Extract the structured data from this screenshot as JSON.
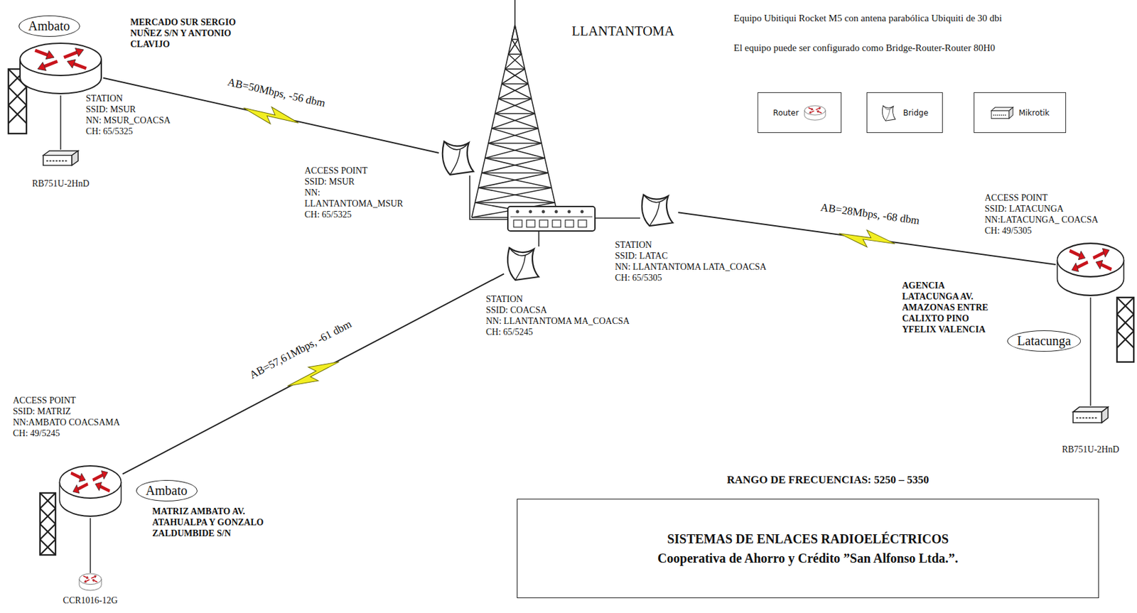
{
  "diagram": {
    "nodes": [
      {
        "text": [
          "Ambato"
        ]
      },
      {
        "text": [
          "STATION",
          "SSID: MSUR",
          "NN: MSUR_COACSA",
          "CH: 65/5325"
        ]
      },
      {
        "text": [
          "RB751U-2HnD"
        ]
      },
      {
        "text": [
          "ACCESS POINT",
          "SSID: MSUR",
          "NN: LLANTANTOMA_MSUR",
          "CH: 65/5325"
        ]
      },
      {
        "text": [
          "STATION",
          "SSID: LATAC",
          "NN: LLANTANTOMA LATA_COACSA",
          "CH: 65/5305"
        ]
      },
      {
        "text": [
          "STATION",
          "SSID: COACSA",
          "NN: LLANTANTOMA MA_COACSA",
          "CH: 65/5245"
        ]
      },
      {
        "text": [
          "ACCESS POINT",
          "SSID: LATACUNGA",
          "NN:LATACUNGA_ COACSA",
          "CH: 49/5305"
        ]
      },
      {
        "text": [
          "Latacunga"
        ]
      },
      {
        "text": [
          "RB751U-2HnD"
        ]
      },
      {
        "text": [
          "ACCESS POINT",
          "SSID: MATRIZ",
          "NN:AMBATO COACSAMA",
          "CH: 49/5245"
        ]
      },
      {
        "text": [
          "Ambato"
        ]
      },
      {
        "text": [
          "CCR1016-12G"
        ]
      },
      {
        "text": [
          "SISTEMAS DE ENLACES RADIOELÉCTRICOS",
          "Cooperativa de Ahorro y Crédito ”San Alfonso Ltda.”."
        ]
      }
    ],
    "edges": [
      {
        "from": 1,
        "to": 3,
        "label": "AB=50Mbps, -56 dbm",
        "arrow": "none"
      },
      {
        "from": 4,
        "to": 6,
        "label": "AB=28Mbps, -68 dbm",
        "arrow": "none"
      },
      {
        "from": 5,
        "to": 9,
        "label": "AB=57,61Mbps, -61 dbm",
        "arrow": "none"
      },
      {
        "from": 1,
        "to": 2,
        "arrow": "none"
      },
      {
        "from": 6,
        "to": 8,
        "arrow": "none"
      },
      {
        "from": 9,
        "to": 11,
        "arrow": "none"
      }
    ],
    "labels": [
      "MERCADO SUR SERGIO NUÑEZ S/N Y ANTONIO CLAVIJO",
      "LLANTANTOMA",
      "Equipo Ubitiqui Rocket M5 con antena parabólica Ubiquiti de 30 dbi",
      "El equipo puede ser configurado como Bridge-Router-Router 80H0",
      "AGENCIA LATACUNGA AV. AMAZONAS ENTRE CALIXTO PINO YFELIX VALENCIA",
      "MATRIZ AMBATO AV. ATAHUALPA Y GONZALO ZALDUMBIDE S/N",
      "RANGO DE FRECUENCIAS: 5250 – 5350"
    ],
    "legend": [
      {
        "text": "Router"
      },
      {
        "text": "Bridge"
      },
      {
        "text": "Mikrotik"
      }
    ]
  }
}
